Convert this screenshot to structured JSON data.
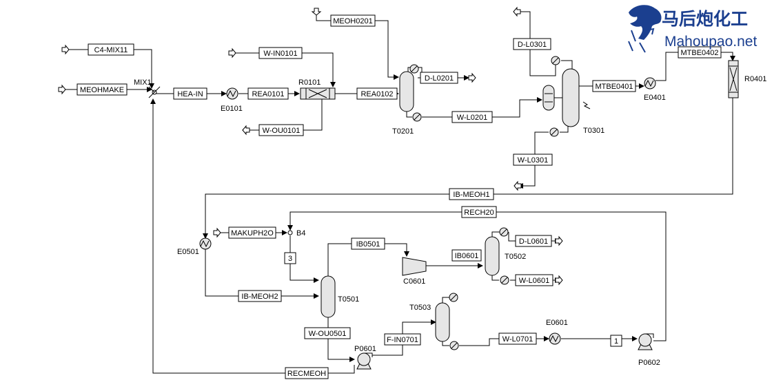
{
  "watermark": {
    "brand_cn": "马后炮化工",
    "brand_url": "Mahoupao.net",
    "logo_icon": "horse-head-logo-icon"
  },
  "streams": {
    "c4_mix11": "C4-MIX11",
    "meohmake": "MEOHMAKE",
    "hea_in": "HEA-IN",
    "w_in0101": "W-IN0101",
    "rea0101": "REA0101",
    "w_ou0101": "W-OU0101",
    "meoh0201": "MEOH0201",
    "rea0102": "REA0102",
    "d_l0201": "D-L0201",
    "w_l0201": "W-L0201",
    "d_l0301": "D-L0301",
    "mtbe0401": "MTBE0401",
    "mtbe0402": "MTBE0402",
    "w_l0301": "W-L0301",
    "ib_meoh1": "IB-MEOH1",
    "rech20": "RECH20",
    "makuph2o": "MAKUPH2O",
    "s3": "3",
    "ib0501": "IB0501",
    "ib0601": "IB0601",
    "d_l0601": "D-L0601",
    "w_l0601": "W-L0601",
    "ib_meoh2": "IB-MEOH2",
    "w_ou0501": "W-OU0501",
    "f_in0701": "F-IN0701",
    "w_l0701": "W-L0701",
    "s1": "1",
    "recmeoh": "RECMEOH"
  },
  "blocks": {
    "mix1": "MIX1",
    "e0101": "E0101",
    "r0101": "R0101",
    "t0201": "T0201",
    "t0301": "T0301",
    "e0401": "E0401",
    "r0401": "R0401",
    "e0501": "E0501",
    "b4": "B4",
    "t0501": "T0501",
    "c0601": "C0601",
    "t0502": "T0502",
    "p0601": "P0601",
    "t0503": "T0503",
    "e0601": "E0601",
    "p0602": "P0602"
  }
}
